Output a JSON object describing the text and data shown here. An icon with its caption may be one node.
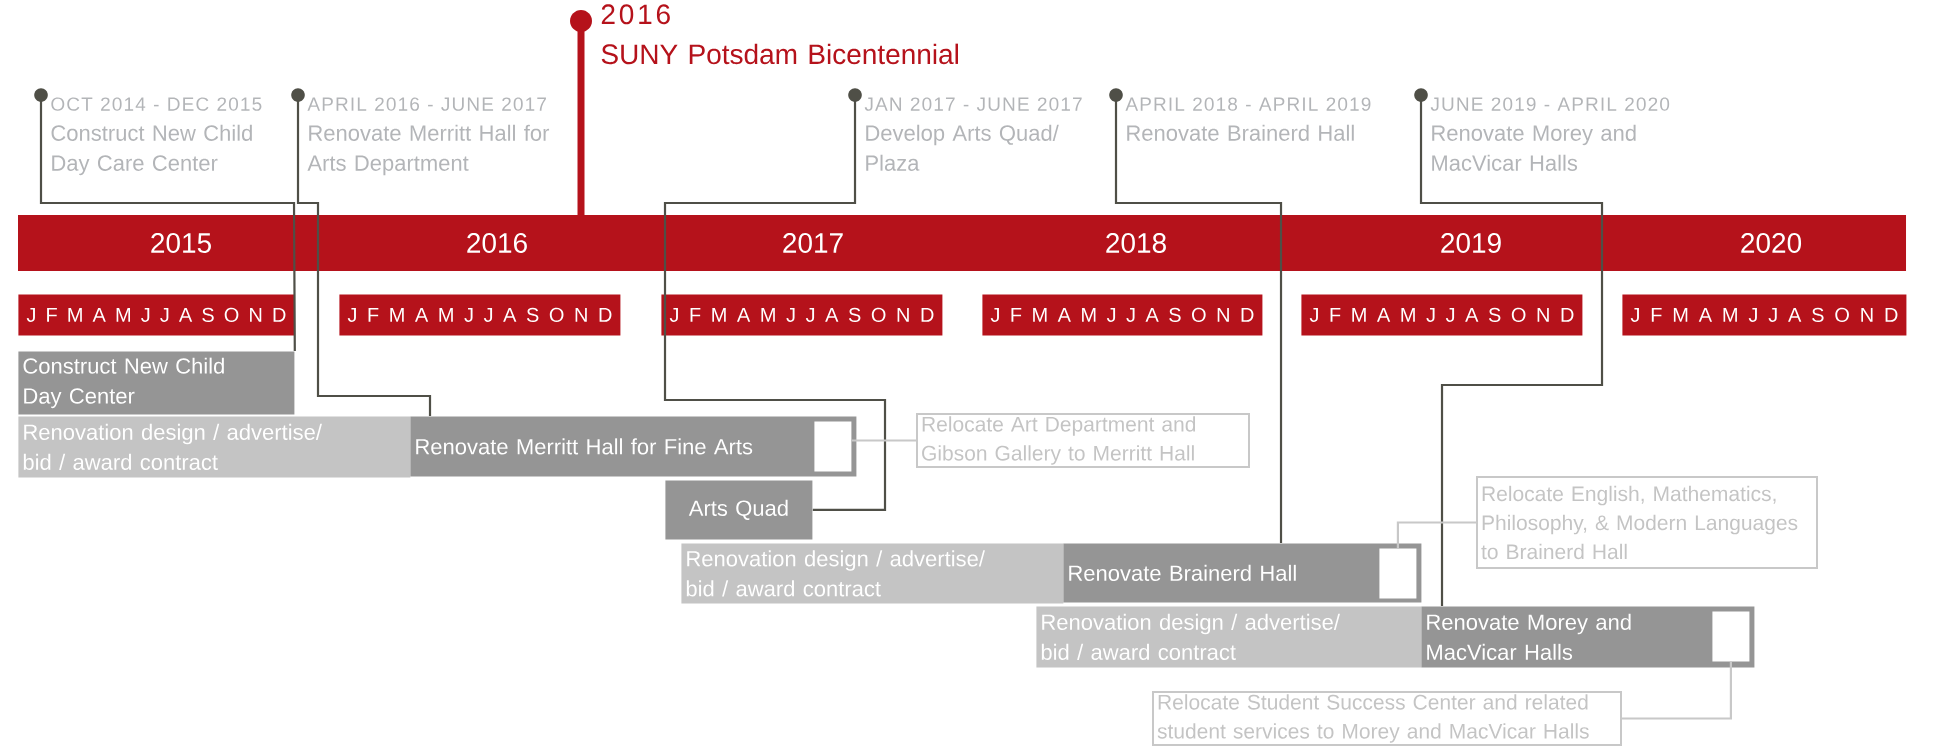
{
  "diagram": {
    "nodes": [
      {
        "text": [
          "2016",
          "SUNY Potsdam Bicentennial"
        ]
      },
      {
        "text": [
          "OCT 2014 - DEC 2015",
          "Construct New Child Day Care Center"
        ]
      },
      {
        "text": [
          "APRIL 2016 - JUNE 2017",
          "Renovate Merritt Hall for Arts Department"
        ]
      },
      {
        "text": [
          "JAN 2017 - JUNE 2017",
          "Develop Arts Quad/ Plaza"
        ]
      },
      {
        "text": [
          "APRIL 2018 - APRIL 2019",
          "Renovate Brainerd Hall"
        ]
      },
      {
        "text": [
          "JUNE 2019 - APRIL 2020",
          "Renovate Morey and MacVicar Halls"
        ]
      },
      {
        "text": [
          "J F M A M J J A S O N D"
        ]
      },
      {
        "text": [
          "J F M A M J J A S O N D"
        ]
      },
      {
        "text": [
          "J F M A M J J A S O N D"
        ]
      },
      {
        "text": [
          "J F M A M J J A S O N D"
        ]
      },
      {
        "text": [
          "J F M A M J J A S O N D"
        ]
      },
      {
        "text": [
          "J F M A M J J A S O N D"
        ]
      },
      {
        "text": [
          "Construct New Child Day Center"
        ]
      },
      {
        "text": [
          "Renovation design / advertise/ bid / award contract"
        ]
      },
      {
        "text": [
          "Renovate Merritt Hall for Fine Arts"
        ]
      },
      {
        "text": [],
        "shape": "box",
        "in": 14
      },
      {
        "text": [
          "Relocate Art Department and Gibson Gallery to Merritt Hall"
        ]
      },
      {
        "text": [
          "Arts Quad"
        ]
      },
      {
        "text": [
          "Renovation design / advertise/ bid / award contract"
        ]
      },
      {
        "text": [
          "Renovate Brainerd Hall"
        ]
      },
      {
        "text": [],
        "shape": "box",
        "in": 19
      },
      {
        "text": [
          "Relocate English, Mathematics, Philosophy, & Modern Languages to Brainerd Hall"
        ]
      },
      {
        "text": [
          "Renovation design / advertise/ bid / award contract"
        ]
      },
      {
        "text": [
          "Renovate Morey and MacVicar Halls"
        ]
      },
      {
        "text": [],
        "shape": "box",
        "in": 23
      },
      {
        "text": [
          "Relocate Student Success Center and related student services to Morey and MacVicar Halls"
        ]
      }
    ],
    "edges": [
      {
        "from": 0,
        "to": null,
        "arrow": "other",
        "style": "thick",
        "color": "#b5121b"
      },
      {
        "from": 1,
        "to": 12,
        "arrow": "other"
      },
      {
        "from": 2,
        "to": 14,
        "arrow": "other"
      },
      {
        "from": 3,
        "to": 17,
        "arrow": "other"
      },
      {
        "from": 4,
        "to": 19,
        "arrow": "other"
      },
      {
        "from": 5,
        "to": 23,
        "arrow": "other"
      },
      {
        "from": 16,
        "to": 15,
        "arrow": "none",
        "color": "#c8c8c8"
      },
      {
        "from": 21,
        "to": 20,
        "arrow": "none",
        "color": "#c8c8c8"
      },
      {
        "from": 25,
        "to": 24,
        "arrow": "none",
        "color": "#c8c8c8"
      }
    ],
    "labels": [
      "2015",
      "2016",
      "2017",
      "2018",
      "2019",
      "2020"
    ]
  }
}
